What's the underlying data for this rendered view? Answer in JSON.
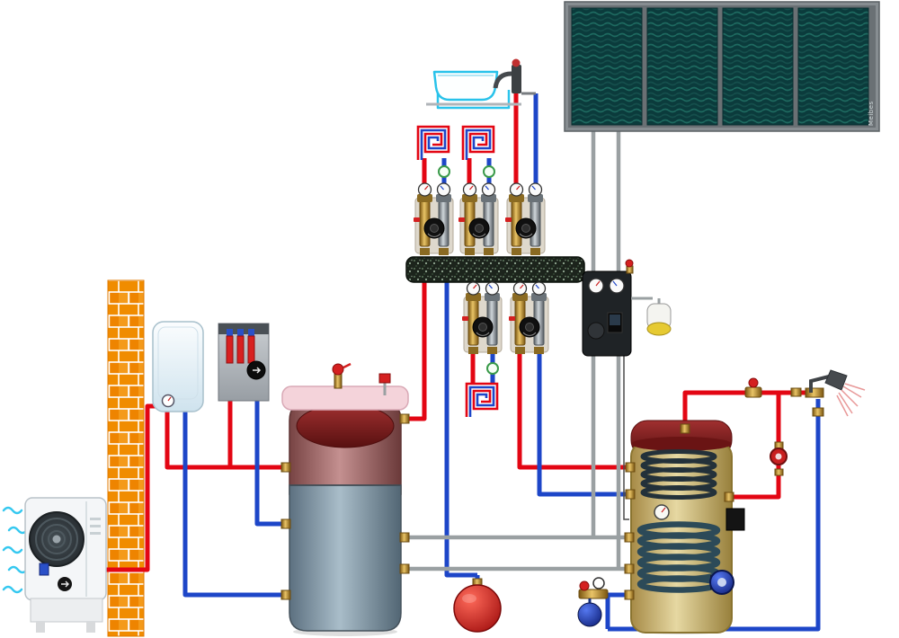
{
  "diagram": {
    "type": "solar-heat-pump-hydraulic-schematic",
    "collector_brand_label": "Meibes"
  },
  "colors": {
    "pipe_hot": "#e30613",
    "pipe_cold": "#1d46c8",
    "pipe_cold_dark": "#16307e",
    "pipe_solar": "#9aa0a2",
    "pipe_tub": "#2cc4ec",
    "cable": "#4a4a4a",
    "brick": "#f08c00",
    "air": "#35c8f0",
    "manifold": "#1c241c",
    "collector_panel": "#0b3b3c",
    "collector_wave": "#1e6a60",
    "buffer_lid": "#f4d3da",
    "tank_dome": "#7a1c1c",
    "vessel_red": "#c01414",
    "vessel_blue": "#1b3db4",
    "vessel_solar_cap": "#e6ca32",
    "heater_element": "#d82020",
    "pump_black": "#141414",
    "station_body": "#20262a"
  },
  "components": [
    "solar-collector-array",
    "solar-pump-station",
    "solar-expansion-vessel",
    "dhw-solar-tank",
    "solar-coil",
    "boiler-coil",
    "tank-pump",
    "tank-control-box",
    "buffer-tank",
    "air-vent-valve",
    "safety-valve",
    "heating-expansion-vessel",
    "distribution-manifold",
    "pump-group-1",
    "pump-group-2",
    "pump-group-3",
    "pump-group-4",
    "pump-group-5",
    "underfloor-heating-loop-1",
    "underfloor-heating-loop-2",
    "underfloor-heating-loop-3",
    "bathtub",
    "shower",
    "mixing-valve",
    "circulation-pump",
    "potable-expansion-vessel",
    "safety-group",
    "electric-heater",
    "indoor-unit",
    "heat-pump-outdoor-unit",
    "brick-chimney",
    "air-flow-arrows"
  ]
}
